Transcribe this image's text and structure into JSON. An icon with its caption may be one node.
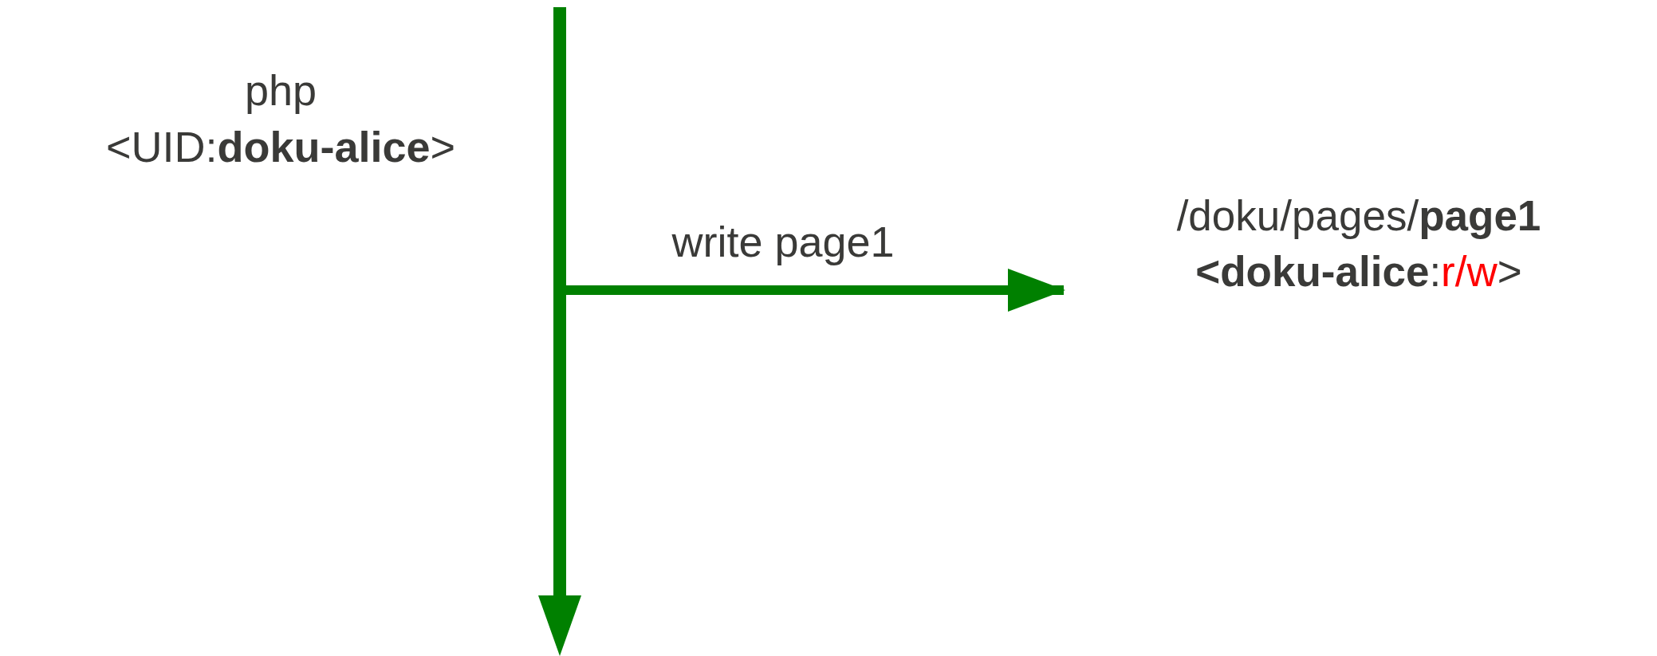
{
  "diagram": {
    "nodes": [
      {
        "text": [
          "php",
          "<UID:**doku-alice**>"
        ]
      },
      {
        "text": [
          "/doku/pages/**page1**",
          "**<doku-alice**:",
          "r/w",
          ">"
        ]
      }
    ],
    "edges": [
      {
        "from": null,
        "to": 1,
        "arrow": "to",
        "label": "write page1"
      }
    ]
  }
}
